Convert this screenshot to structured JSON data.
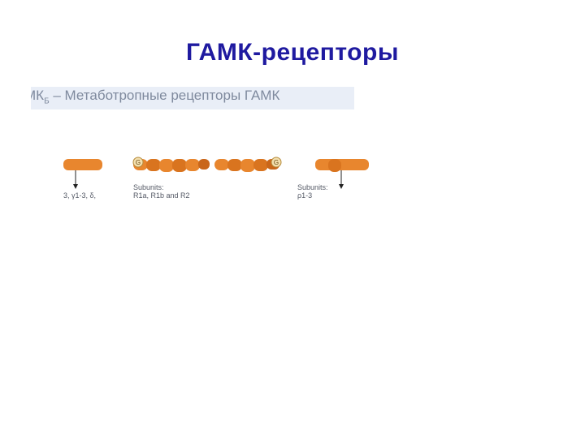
{
  "slide": {
    "title": "ГАМК-рецепторы"
  },
  "figure": {
    "caption_main": "МК",
    "caption_sub": "Б",
    "caption_rest": " – Метаботропные рецепторы ГАМК",
    "g_protein_label": "G",
    "labels": [
      {
        "line1": "3, γ1-3, δ,",
        "line2": ""
      },
      {
        "line1": "Subunits:",
        "line2": "R1a, R1b and R2"
      },
      {
        "line1": "Subunits:",
        "line2": "ρ1-3"
      }
    ],
    "colors": {
      "title": "#1f1aa0",
      "band": "#e9eef7",
      "subunit_fill": "#e8862e",
      "subunit_dark": "#c9661a",
      "g_fill": "#f3dfae",
      "g_stroke": "#b58a3a"
    }
  }
}
